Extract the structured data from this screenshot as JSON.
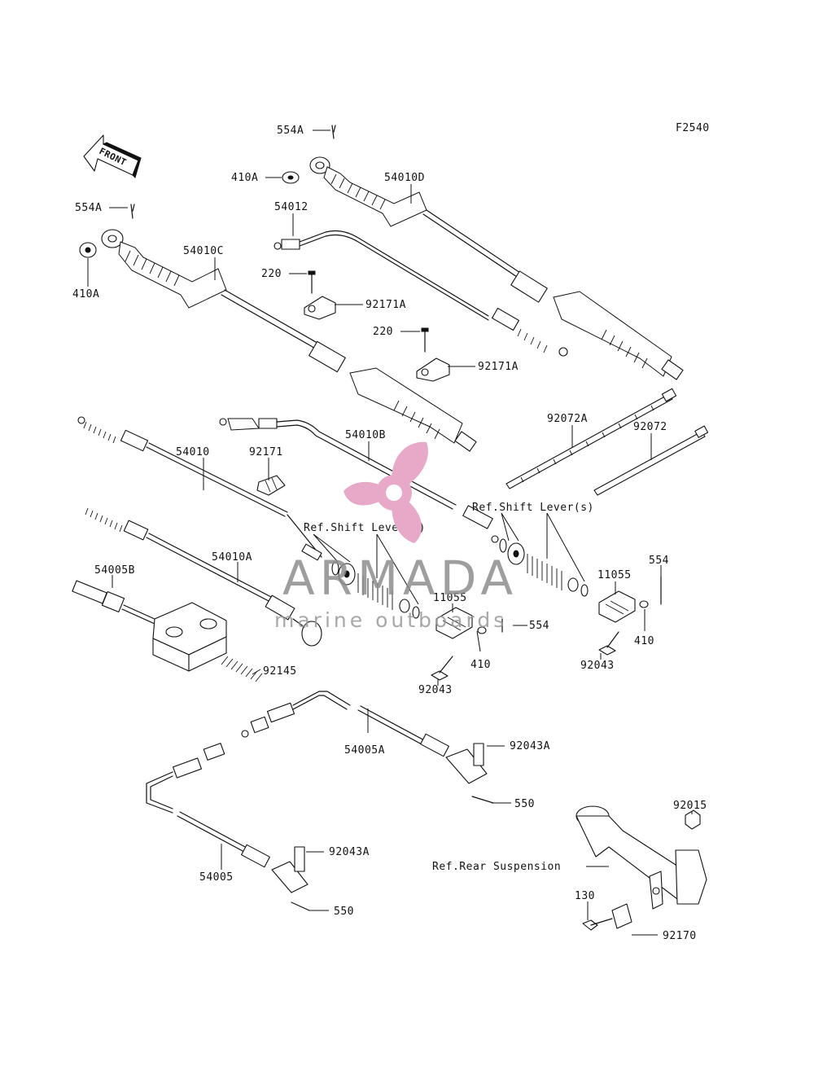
{
  "figure_code": "F2540",
  "front_arrow": "FRONT",
  "labels": {
    "l_554A_top": "554A",
    "l_410A_top": "410A",
    "l_54010D": "54010D",
    "l_54012": "54012",
    "l_554A_left": "554A",
    "l_410A_left": "410A",
    "l_54010C": "54010C",
    "l_220_a": "220",
    "l_92171A_a": "92171A",
    "l_220_b": "220",
    "l_92171A_b": "92171A",
    "l_92072A": "92072A",
    "l_92072": "92072",
    "l_54010": "54010",
    "l_92171": "92171",
    "l_54010B": "54010B",
    "l_ref_shift_1": "Ref.Shift Lever(s)",
    "l_ref_shift_2": "Ref.Shift Lever(s)",
    "l_54010A": "54010A",
    "l_54005B": "54005B",
    "l_11055_a": "11055",
    "l_554_a": "554",
    "l_410_a": "410",
    "l_92043_a": "92043",
    "l_11055_b": "11055",
    "l_554_b": "554",
    "l_410_b": "410",
    "l_92043_b": "92043",
    "l_92145": "92145",
    "l_54005A": "54005A",
    "l_92043A_a": "92043A",
    "l_550_a": "550",
    "l_92015": "92015",
    "l_ref_rear": "Ref.Rear Suspension",
    "l_54005": "54005",
    "l_92043A_b": "92043A",
    "l_550_b": "550",
    "l_130": "130",
    "l_92170": "92170"
  },
  "watermark": {
    "name": "ARMADA",
    "tagline": "marine outboards",
    "colors": {
      "logo_pink": "#e8a8c8",
      "text_gray": "#8e8e8e"
    }
  },
  "icons": [
    "front-arrow-icon",
    "propeller-logo-icon"
  ]
}
